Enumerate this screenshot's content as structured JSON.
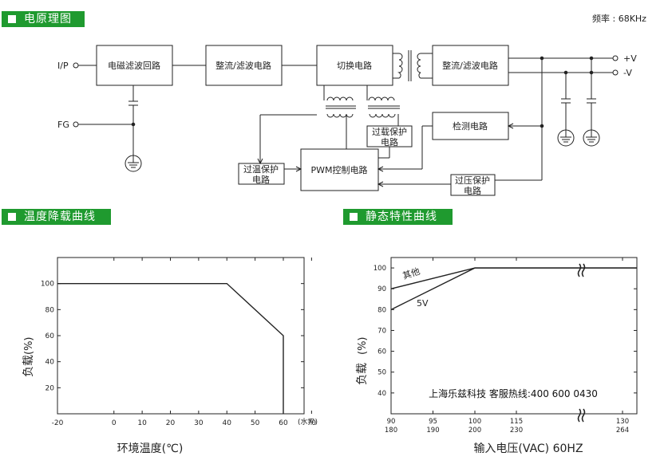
{
  "sections": {
    "schematic": "电原理图",
    "derating": "温度降载曲线",
    "static": "静态特性曲线"
  },
  "frequency": "频率 : 68KHz",
  "schematic": {
    "input_label": "I/P",
    "fg_label": "FG",
    "emi_filter": "电磁滤波回路",
    "rectifier_filter_1": "整流/滤波电路",
    "switching": "切换电路",
    "rectifier_filter_2": "整流/滤波电路",
    "detection": "检测电路",
    "pwm": "PWM控制电路",
    "overload_1": "过载保护",
    "overload_2": "电路",
    "overtemp_1": "过温保护",
    "overtemp_2": "电路",
    "overvolt_1": "过压保护",
    "overvolt_2": "电路",
    "plus_v": "+V",
    "minus_v": "-V"
  },
  "chart_data": [
    {
      "type": "line",
      "ylabel_1": "负载",
      "ylabel_2": "(%)",
      "xlabel": "环境温度(℃)",
      "x_unit": "(水平)",
      "xlim": [
        -20,
        80
      ],
      "ylim": [
        0,
        120
      ],
      "x_ticks": [
        "-20",
        "0",
        "10",
        "20",
        "30",
        "40",
        "50",
        "60",
        "70"
      ],
      "y_ticks": [
        "100",
        "80",
        "60",
        "40",
        "20"
      ],
      "series": [
        {
          "x": [
            -20,
            40,
            60,
            60
          ],
          "y": [
            100,
            100,
            60,
            0
          ]
        }
      ]
    },
    {
      "type": "line",
      "ylabel_1": "负载",
      "ylabel_2": "(%)",
      "xlabel": "输入电压(VAC) 60HZ",
      "ylim": [
        30,
        105
      ],
      "y_ticks": [
        "100",
        "90",
        "80",
        "70",
        "60",
        "50",
        "40"
      ],
      "x_ticks_top": [
        "90",
        "95",
        "100",
        "115",
        "",
        "130"
      ],
      "x_ticks_bottom": [
        "180",
        "190",
        "200",
        "230",
        "",
        "264"
      ],
      "annotation": "上海乐兹科技 客服热线:400 600 0430",
      "series": [
        {
          "name": "其他",
          "x": [
            90,
            100,
            264
          ],
          "y": [
            90,
            100,
            100
          ]
        },
        {
          "name": "5V",
          "x": [
            90,
            100,
            264
          ],
          "y": [
            80,
            100,
            100
          ]
        }
      ]
    }
  ]
}
